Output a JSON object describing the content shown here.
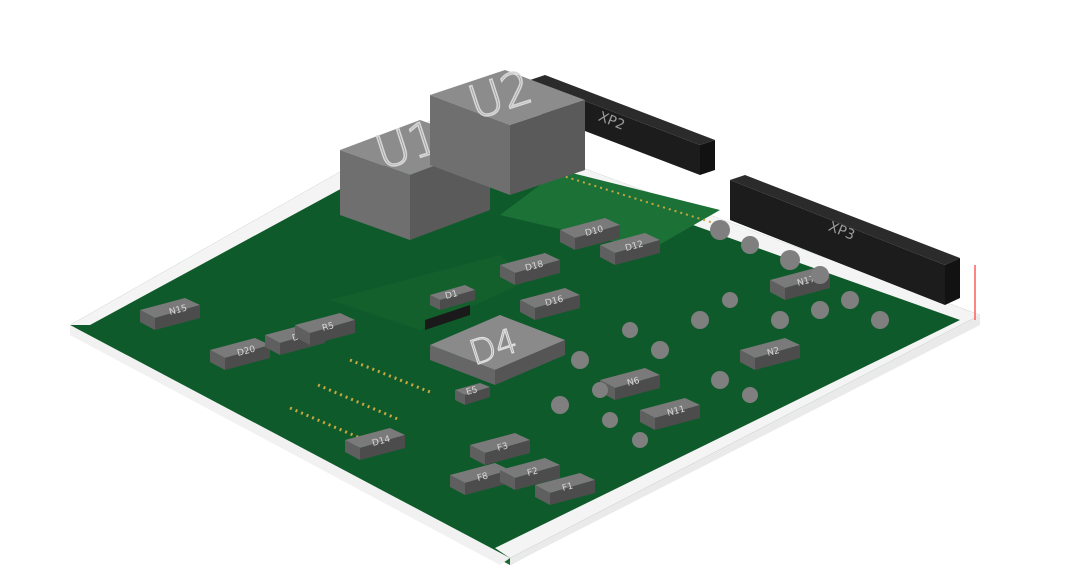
{
  "scene": {
    "colors": {
      "background": "#ffffff",
      "board_mask": "#0f5a2a",
      "board_mask_light": "#1d7a3a",
      "silkscreen_frame": "#f4f4f4",
      "component_body": "#6e6e6e",
      "connector_body": "#1c1c1c",
      "pin": "#c9c9c9",
      "pad_gold": "#c8a640"
    },
    "labels": {
      "u1": "U1",
      "u2": "U2",
      "d4": "D4",
      "xp2": "XP2",
      "xp3": "XP3",
      "d10": "D10",
      "d12": "D12",
      "d18": "D18",
      "d1": "D1",
      "d14": "D14",
      "n15": "N15",
      "n17": "N17",
      "n11": "N11",
      "n6": "N6",
      "n2": "N2",
      "f1": "F1",
      "f2": "F2",
      "f3": "F3",
      "f8": "F8",
      "e5": "E5",
      "d7": "D7",
      "d20": "D20",
      "r5": "R5",
      "d16": "D16"
    }
  }
}
